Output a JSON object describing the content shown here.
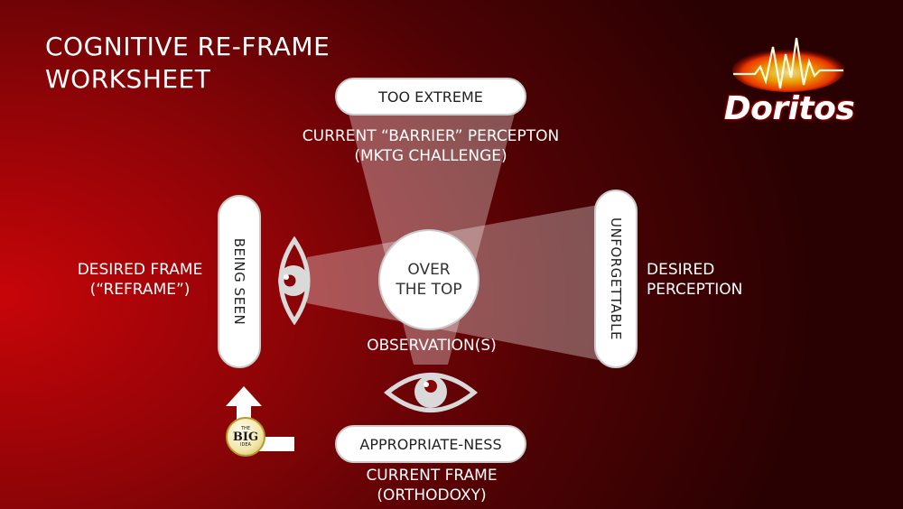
{
  "title_line1": "COGNITIVE RE-FRAME",
  "title_line2": "WORKSHEET",
  "top_pill": "TOO EXTREME",
  "top_caption_line1": "CURRENT “BARRIER” PERCEPTON",
  "top_caption_line2": "(MKTG CHALLENGE)",
  "left_pill": "BEING SEEN",
  "left_caption_line1": "DESIRED FRAME",
  "left_caption_line2": "(“REFRAME”)",
  "right_pill": "UNFORGETTABLE",
  "right_caption_line1": "DESIRED",
  "right_caption_line2": "PERCEPTION",
  "center_line1": "OVER",
  "center_line2": "THE TOP",
  "observation_label": "OBSERVATION(S)",
  "bottom_pill": "APPROPRIATE-NESS",
  "bottom_caption_line1": "CURRENT FRAME",
  "bottom_caption_line2": "(ORTHODOXY)",
  "logo_text": "Doritos",
  "badge_line1": "THE",
  "badge_line2": "BIG",
  "badge_line3": "IDEA",
  "colors": {
    "background": "#8e0407",
    "pill_fill": "#ffffff",
    "beam": "#ffffff",
    "eye": "#d9d9d9"
  }
}
